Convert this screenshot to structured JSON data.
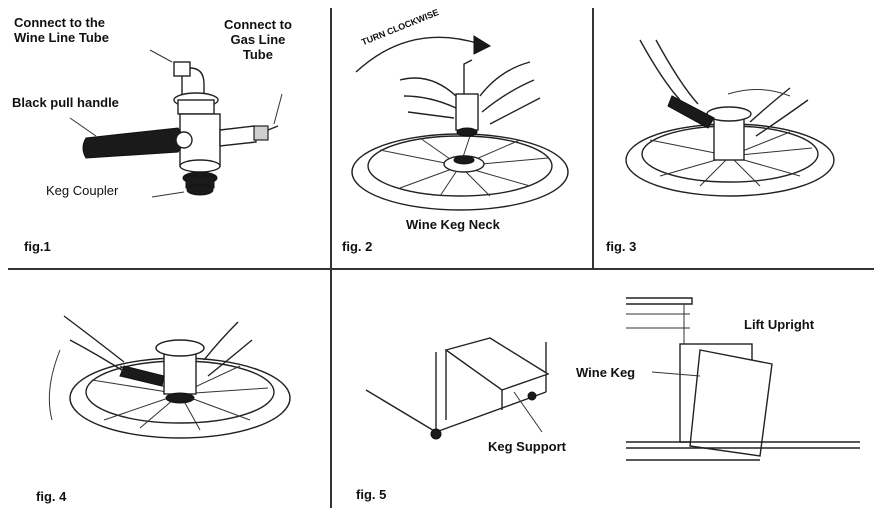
{
  "panels": {
    "fig1": {
      "caption": "fig.1",
      "callouts": {
        "wine_line": "Connect to the\nWine Line Tube",
        "gas_line": "Connect to\nGas Line\nTube",
        "pull_handle": "Black pull handle",
        "keg_coupler": "Keg Coupler"
      }
    },
    "fig2": {
      "caption": "fig. 2",
      "arrow_text": "TURN CLOCKWISE",
      "callouts": {
        "keg_neck": "Wine Keg Neck"
      }
    },
    "fig3": {
      "caption": "fig. 3"
    },
    "fig4": {
      "caption": "fig. 4"
    },
    "fig5": {
      "caption": "fig. 5",
      "callouts": {
        "lift_upright": "Lift Upright",
        "wine_keg": "Wine Keg",
        "keg_support": "Keg Support"
      }
    }
  },
  "colors": {
    "line": "#222222",
    "background": "#ffffff",
    "handle": "#1a1a1a"
  }
}
